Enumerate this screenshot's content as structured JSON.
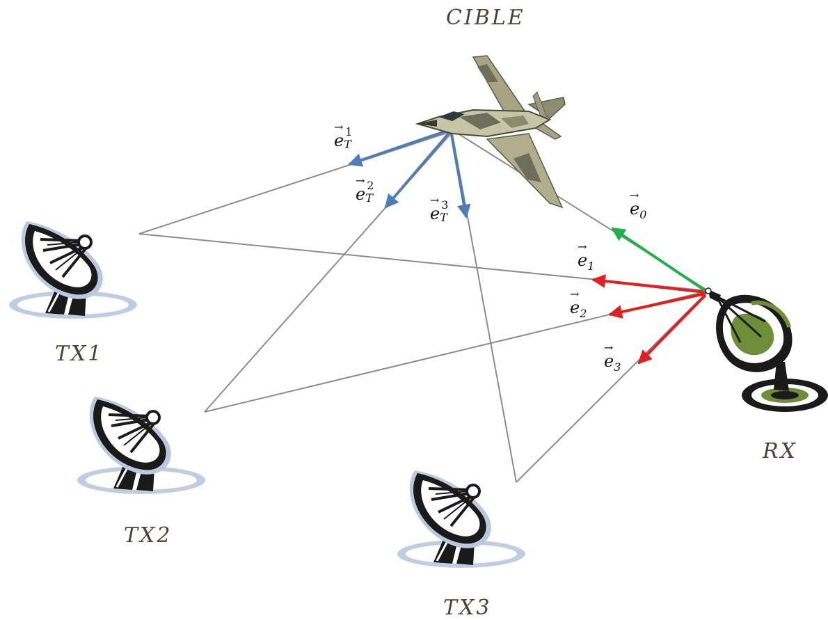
{
  "nodes": {
    "target": {
      "label": "CIBLE"
    },
    "tx1": {
      "label": "TX1"
    },
    "tx2": {
      "label": "TX2"
    },
    "tx3": {
      "label": "TX3"
    },
    "rx": {
      "label": "RX"
    }
  },
  "vectors": {
    "e0": {
      "symbol": "e",
      "sub": "0"
    },
    "e1": {
      "symbol": "e",
      "sub": "1"
    },
    "e2": {
      "symbol": "e",
      "sub": "2"
    },
    "e3": {
      "symbol": "e",
      "sub": "3"
    },
    "eT1": {
      "symbol": "e",
      "sub": "T",
      "sup": "1"
    },
    "eT2": {
      "symbol": "e",
      "sub": "T",
      "sup": "2"
    },
    "eT3": {
      "symbol": "e",
      "sub": "T",
      "sup": "3"
    },
    "arrow_glyph": "→"
  },
  "colors": {
    "label_text": "#4a4437",
    "link_line": "#8c8c8c",
    "vector_target": "#4f7cb5",
    "vector_rx_tx": "#e02020",
    "vector_rx_target": "#21b04b",
    "dish_outline": "#1a1a1a",
    "dish_halo": "#b7c8df",
    "dish_fill": "#ffffff",
    "rx_accent": "#6e8e3a"
  },
  "icons": {
    "target": "fighter-jet-icon",
    "transmitter": "satellite-dish-icon",
    "receiver": "satellite-dish-receiver-icon"
  }
}
